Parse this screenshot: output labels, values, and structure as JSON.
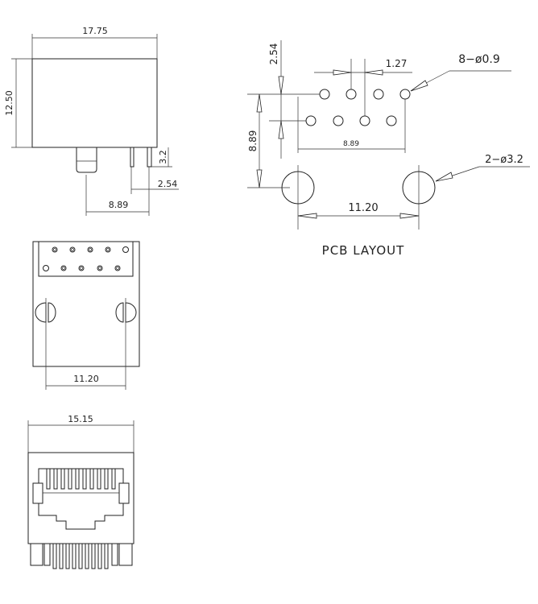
{
  "side_view": {
    "width_dim": "17.75",
    "height_dim": "12.50",
    "pin_len_dim": "3.2",
    "pin_pitch_dim": "2.54",
    "post_to_pin_dim": "8.89"
  },
  "top_view": {
    "post_spacing_dim": "11.20"
  },
  "front_view": {
    "width_dim": "15.15"
  },
  "pcb_layout": {
    "title": "PCB LAYOUT",
    "row_pitch_dim": "2.54",
    "pin_to_post_dim": "8.89",
    "pin_span_dim": "8.89",
    "pin_offset_dim": "1.27",
    "pin_hole_callout": "8−ø0.9",
    "post_hole_callout": "2−ø3.2",
    "post_spacing_dim": "11.20"
  }
}
